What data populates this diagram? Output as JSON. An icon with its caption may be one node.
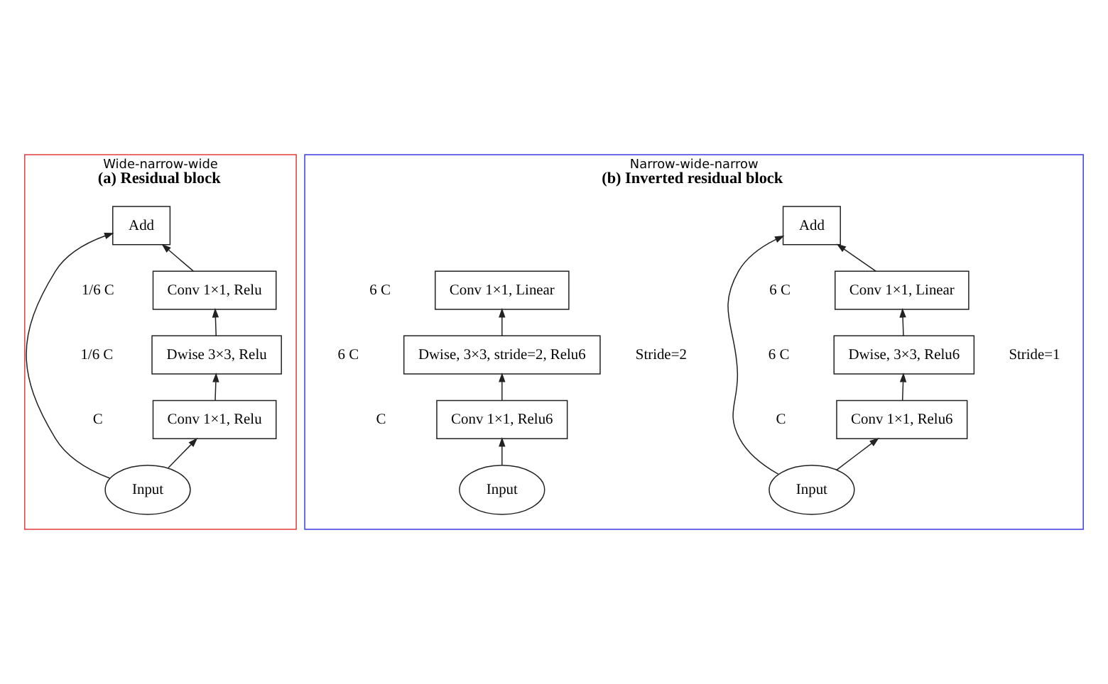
{
  "diagram": {
    "nodes": [
      {
        "text": [
          "Wide-narrow-wide",
          "(a) Residual block"
        ]
      },
      {
        "text": [
          "Add"
        ],
        "in": 0
      },
      {
        "text": [
          "Conv 1×1, Relu"
        ],
        "in": 0,
        "beside": [
          "1/6 C"
        ]
      },
      {
        "text": [
          "Dwise 3×3, Relu"
        ],
        "in": 0,
        "beside": [
          "1/6 C"
        ]
      },
      {
        "text": [
          "Conv 1×1, Relu"
        ],
        "in": 0,
        "beside": [
          "C"
        ]
      },
      {
        "text": [
          "Input"
        ],
        "in": 0
      },
      {
        "text": [
          "Narrow-wide-narrow",
          "(b) Inverted residual block"
        ]
      },
      {
        "text": [
          "Add"
        ],
        "in": 6
      },
      {
        "text": [
          "Conv 1×1, Linear"
        ],
        "in": 6,
        "beside": [
          "6 C"
        ]
      },
      {
        "text": [
          "Dwise, 3×3, Relu6"
        ],
        "in": 6,
        "beside": [
          "6 C"
        ]
      },
      {
        "text": [
          "Conv 1×1, Relu6"
        ],
        "in": 6,
        "beside": [
          "C"
        ]
      },
      {
        "text": [
          "Input"
        ],
        "in": 6
      },
      {
        "text": [
          "Conv 1×1, Linear"
        ],
        "in": 6,
        "beside": [
          "6 C"
        ]
      },
      {
        "text": [
          "Dwise, 3×3, stride=2, Relu6"
        ],
        "in": 6,
        "beside": [
          "6 C"
        ]
      },
      {
        "text": [
          "Conv 1×1, Relu6"
        ],
        "in": 6,
        "beside": [
          "C"
        ]
      },
      {
        "text": [
          "Input"
        ],
        "in": 6
      }
    ],
    "edges": [
      {
        "from": 5,
        "to": 4,
        "arrow": "to"
      },
      {
        "from": 4,
        "to": 3,
        "arrow": "to"
      },
      {
        "from": 3,
        "to": 2,
        "arrow": "to"
      },
      {
        "from": 2,
        "to": 1,
        "arrow": "to"
      },
      {
        "from": 5,
        "to": 1,
        "arrow": "to"
      },
      {
        "from": 11,
        "to": 10,
        "arrow": "to"
      },
      {
        "from": 10,
        "to": 9,
        "arrow": "to"
      },
      {
        "from": 9,
        "to": 8,
        "arrow": "to"
      },
      {
        "from": 8,
        "to": 7,
        "arrow": "to"
      },
      {
        "from": 11,
        "to": 7,
        "arrow": "to"
      },
      {
        "from": 15,
        "to": 14,
        "arrow": "to"
      },
      {
        "from": 14,
        "to": 13,
        "arrow": "to"
      },
      {
        "from": 13,
        "to": 12,
        "arrow": "to"
      }
    ],
    "labels": [
      "Stride=1",
      "Stride=2"
    ]
  }
}
